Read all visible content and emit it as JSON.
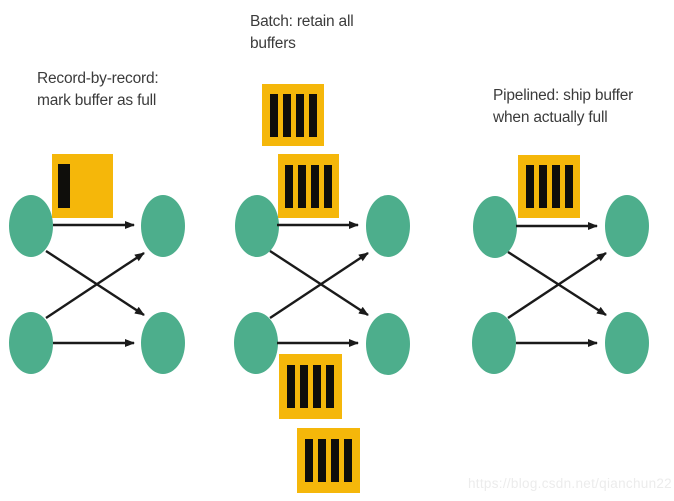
{
  "colors": {
    "background": "#ffffff",
    "node": "#4dae8c",
    "buffer": "#f5b70a",
    "bar": "#0f0e0b",
    "arrow": "#1a1a1a",
    "text": "#3b3b3b",
    "watermark": "#ececec"
  },
  "panels": [
    {
      "name": "record-by-record",
      "label_lines": [
        "Record-by-record:",
        "mark buffer as full"
      ],
      "buffers": [
        {
          "bars": 1
        }
      ],
      "edges": [
        "upper-left to upper-right",
        "upper-left to lower-right",
        "lower-left to upper-right",
        "lower-left to lower-right"
      ]
    },
    {
      "name": "batch",
      "label_lines": [
        "Batch: retain all",
        "buffers"
      ],
      "buffers": [
        {
          "bars": 4
        },
        {
          "bars": 4
        },
        {
          "bars": 4
        },
        {
          "bars": 4
        }
      ],
      "edges": [
        "upper-left to upper-right",
        "upper-left to lower-right",
        "lower-left to upper-right",
        "lower-left to lower-right"
      ]
    },
    {
      "name": "pipelined",
      "label_lines": [
        "Pipelined: ship buffer",
        "when actually full"
      ],
      "buffers": [
        {
          "bars": 4
        }
      ],
      "edges": [
        "upper-left to upper-right",
        "upper-left to lower-right",
        "lower-left to upper-right",
        "lower-left to lower-right"
      ]
    }
  ],
  "watermark": {
    "text": "https://blog.csdn.net/qianchun22"
  }
}
